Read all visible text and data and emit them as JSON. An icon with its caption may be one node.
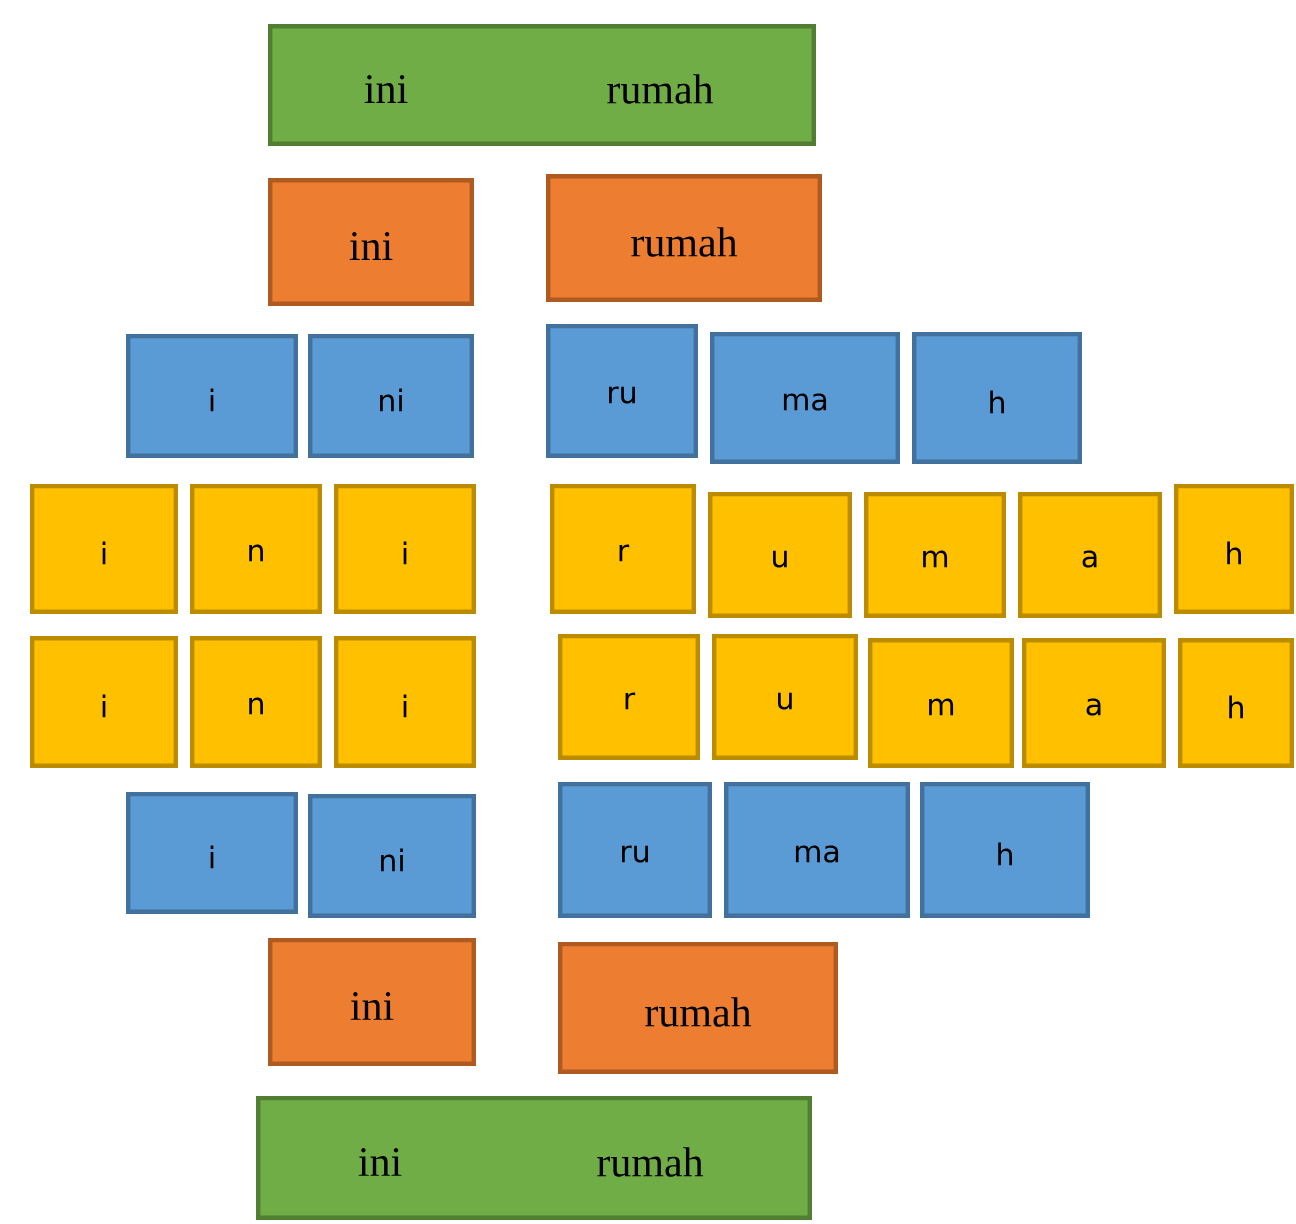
{
  "diagram": {
    "nodes": [
      {
        "text": [
          "ini",
          "rumah"
        ]
      },
      {
        "text": [
          "ini"
        ]
      },
      {
        "text": [
          "rumah"
        ]
      },
      {
        "text": [
          "i"
        ]
      },
      {
        "text": [
          "ni"
        ]
      },
      {
        "text": [
          "ru"
        ]
      },
      {
        "text": [
          "ma"
        ]
      },
      {
        "text": [
          "h"
        ]
      },
      {
        "text": [
          "i"
        ]
      },
      {
        "text": [
          "n"
        ]
      },
      {
        "text": [
          "i"
        ]
      },
      {
        "text": [
          "r"
        ]
      },
      {
        "text": [
          "u"
        ]
      },
      {
        "text": [
          "m"
        ]
      },
      {
        "text": [
          "a"
        ]
      },
      {
        "text": [
          "h"
        ]
      },
      {
        "text": [
          "i"
        ]
      },
      {
        "text": [
          "n"
        ]
      },
      {
        "text": [
          "i"
        ]
      },
      {
        "text": [
          "r"
        ]
      },
      {
        "text": [
          "u"
        ]
      },
      {
        "text": [
          "m"
        ]
      },
      {
        "text": [
          "a"
        ]
      },
      {
        "text": [
          "h"
        ]
      },
      {
        "text": [
          "i"
        ]
      },
      {
        "text": [
          "ni"
        ]
      },
      {
        "text": [
          "ru"
        ]
      },
      {
        "text": [
          "ma"
        ]
      },
      {
        "text": [
          "h"
        ]
      },
      {
        "text": [
          "ini"
        ]
      },
      {
        "text": [
          "rumah"
        ]
      },
      {
        "text": [
          "ini",
          "rumah"
        ]
      }
    ]
  }
}
